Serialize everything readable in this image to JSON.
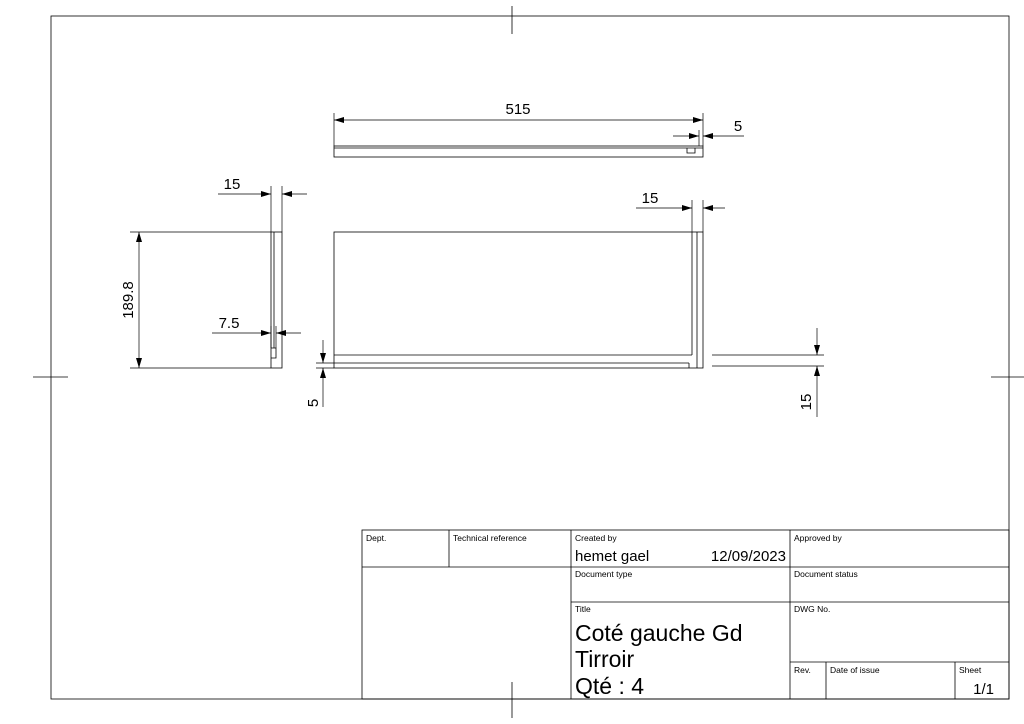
{
  "dimensions": {
    "top_length": "515",
    "top_groove": "5",
    "left_thickness": "15",
    "left_height": "189.8",
    "left_groove": "7.5",
    "front_thickness": "15",
    "bottom_groove": "5",
    "right_thickness": "15"
  },
  "title_block": {
    "dept_label": "Dept.",
    "tech_ref_label": "Technical reference",
    "created_by_label": "Created by",
    "created_by": "hemet gael",
    "created_date": "12/09/2023",
    "approved_by_label": "Approved by",
    "doc_type_label": "Document type",
    "doc_status_label": "Document status",
    "title_label": "Title",
    "title_line1": "Coté gauche Gd",
    "title_line2": "Tirroir",
    "title_line3": "Qté : 4",
    "dwg_no_label": "DWG No.",
    "rev_label": "Rev.",
    "date_issue_label": "Date of issue",
    "sheet_label": "Sheet",
    "sheet_value": "1/1"
  }
}
